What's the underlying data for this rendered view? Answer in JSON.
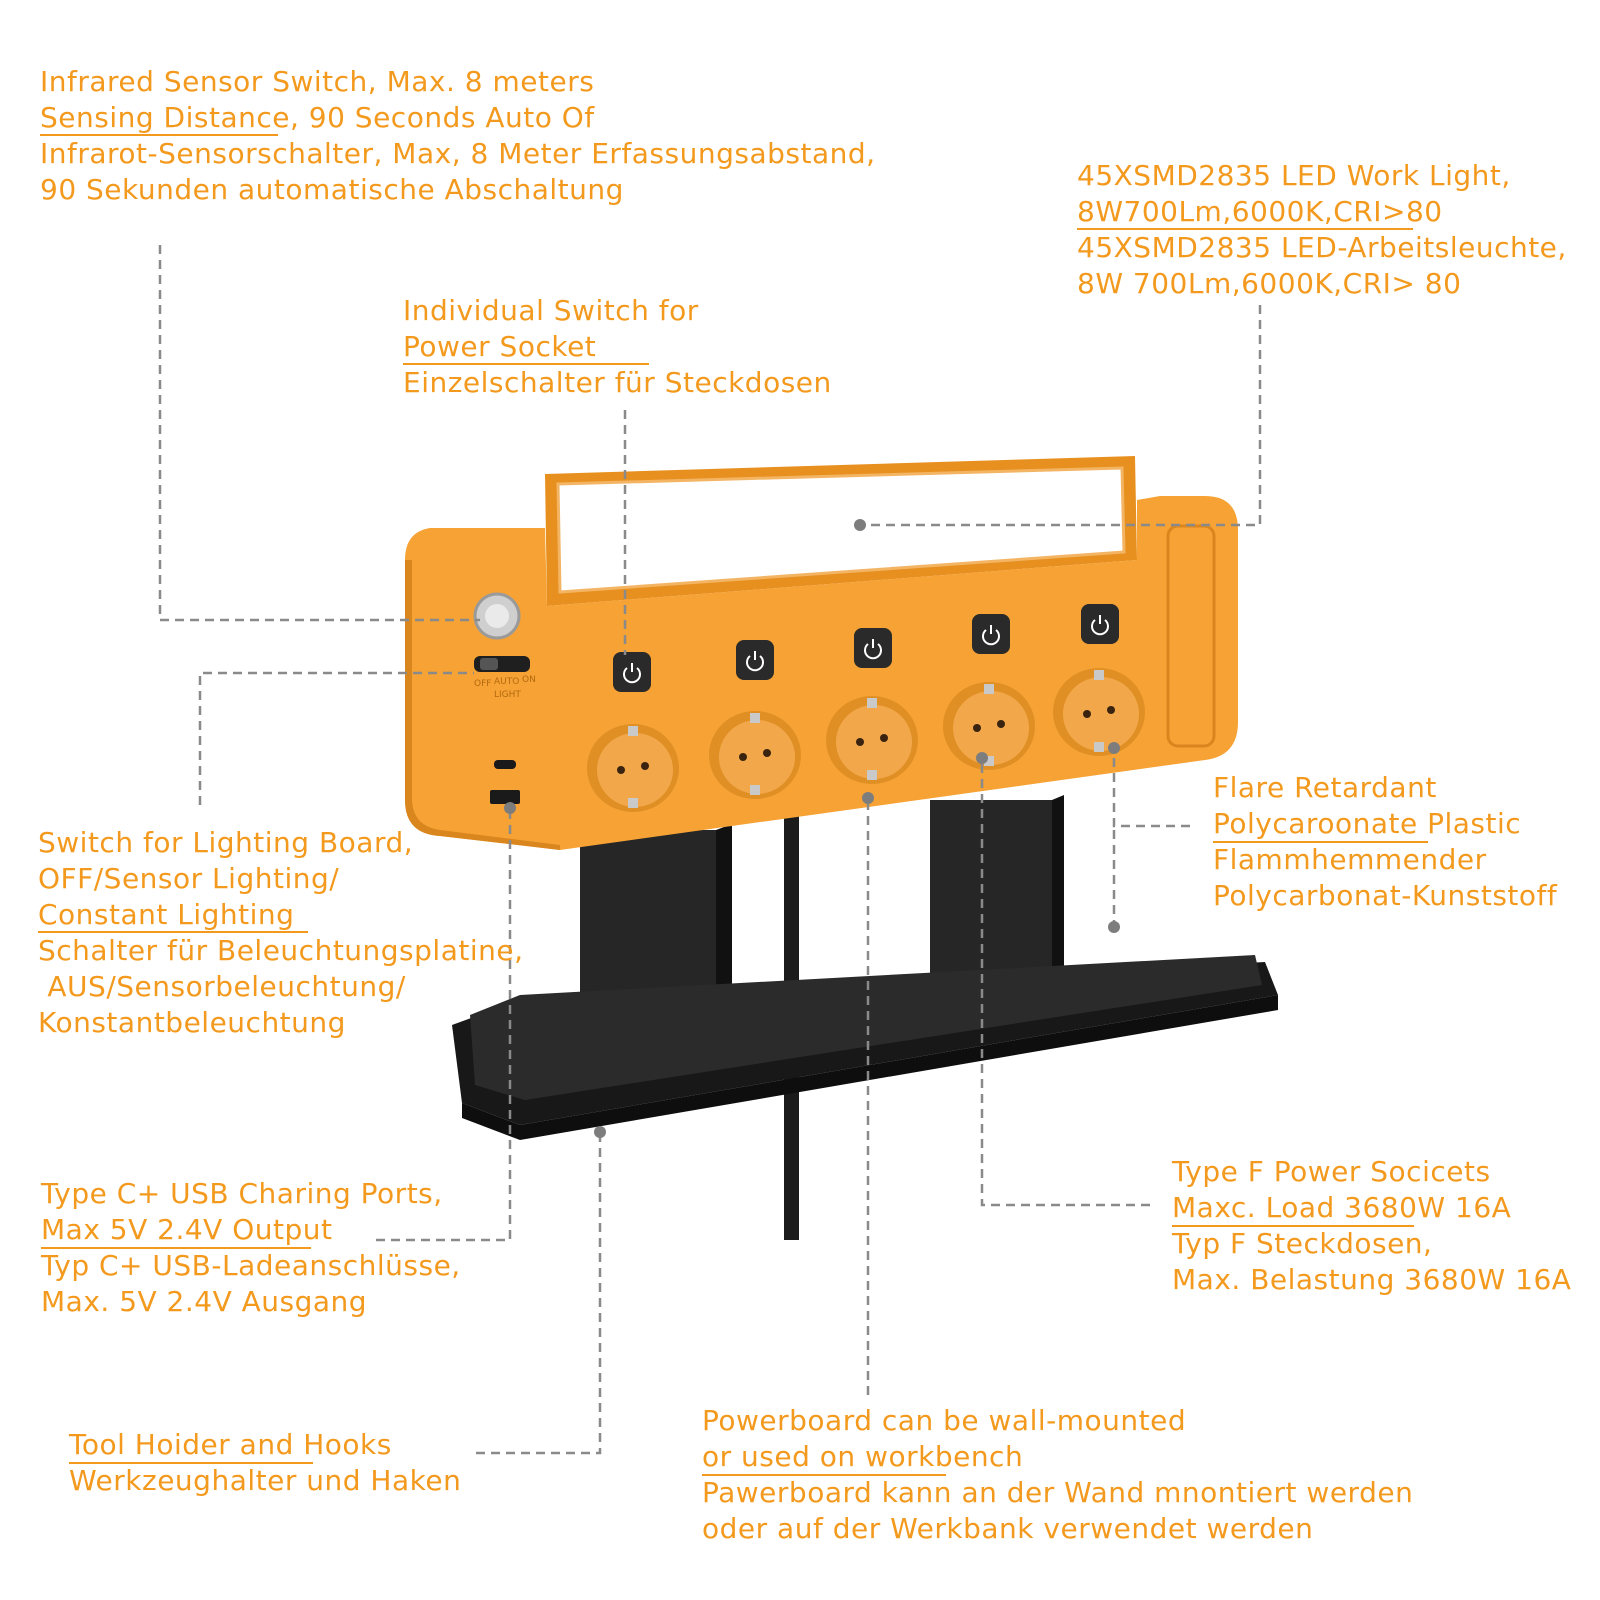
{
  "colors": {
    "accent_text": "#f39a1e",
    "housing": "#f6a234",
    "housing_dark": "#d9861f",
    "tray": "#1e1e1e",
    "leader": "#8a8a8a",
    "panel": "#ffffff"
  },
  "callouts": {
    "infrared": {
      "lines": [
        "Infrared Sensor Switch, Max. 8 meters",
        "Sensing Distance, 90 Seconds Auto Of",
        "Infrarot-Sensorschalter, Max, 8 Meter Erfassungsabstand,",
        "90 Sekunden automatische Abschaltung"
      ]
    },
    "led": {
      "lines": [
        "45XSMD2835 LED Work Light,",
        "8W700Lm,6000K,CRI>80",
        "45XSMD2835 LED-Arbeitsleuchte,",
        "8W 700Lm,6000K,CRI> 80"
      ]
    },
    "individual_switch": {
      "lines": [
        "Individual Switch for",
        "Power Socket",
        "Einzelschalter für Steckdosen"
      ]
    },
    "flame": {
      "lines": [
        "Flare Retardant",
        "Polycaroonate Plastic",
        "Flammhemmender",
        "Polycarbonat-Kunststoff"
      ]
    },
    "lighting_switch": {
      "lines": [
        "Switch for Lighting Board,",
        "OFF/Sensor Lighting/",
        "Constant Lighting",
        "Schalter für Beleuchtungsplatine,",
        " AUS/Sensorbeleuchtung/",
        "Konstantbeleuchtung"
      ]
    },
    "type_f": {
      "lines": [
        "Type F Power Socicets",
        "Maxc. Load 3680W 16A",
        "Typ F Steckdosen,",
        "Max. Belastung 3680W 16A"
      ]
    },
    "usb": {
      "lines": [
        "Type C+ USB Charing Ports,",
        "Max 5V 2.4V Output",
        "Typ C+ USB-Ladeanschlüsse,",
        "Max. 5V 2.4V Ausgang"
      ]
    },
    "tool_holder": {
      "lines": [
        "Tool Hoider and Hooks",
        "Werkzeughalter und Haken"
      ]
    },
    "wall_mount": {
      "lines": [
        "Powerboard can be wall-mounted",
        "or used on workbench",
        "Pawerboard kann an der Wand mnontiert werden",
        "oder auf der Werkbank verwendet werden"
      ]
    }
  },
  "device": {
    "mode_switch_labels": [
      "OFF",
      "AUTO",
      "ON"
    ],
    "mode_switch_sublabel": "LIGHT",
    "socket_count": 5,
    "switch_icon": "power-icon",
    "sensor_icon": "pir-sensor-icon",
    "usb_ports": [
      "usb-c-port",
      "usb-a-port"
    ]
  }
}
